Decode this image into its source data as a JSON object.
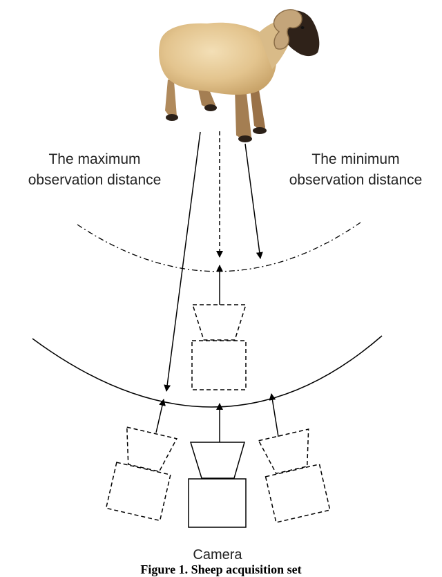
{
  "labels": {
    "max_distance": [
      "The maximum",
      "observation distance"
    ],
    "min_distance": [
      "The minimum",
      "observation distance"
    ],
    "camera": "Camera"
  },
  "figure_caption": "Figure 1. Sheep acquisition set",
  "colors": {
    "line": "#000000",
    "text": "#222222",
    "sheep_wool": "#e8cf9e",
    "sheep_head": "#2f2219"
  },
  "icons": {
    "subject": "sheep-photo",
    "camera": "camera-outline"
  }
}
